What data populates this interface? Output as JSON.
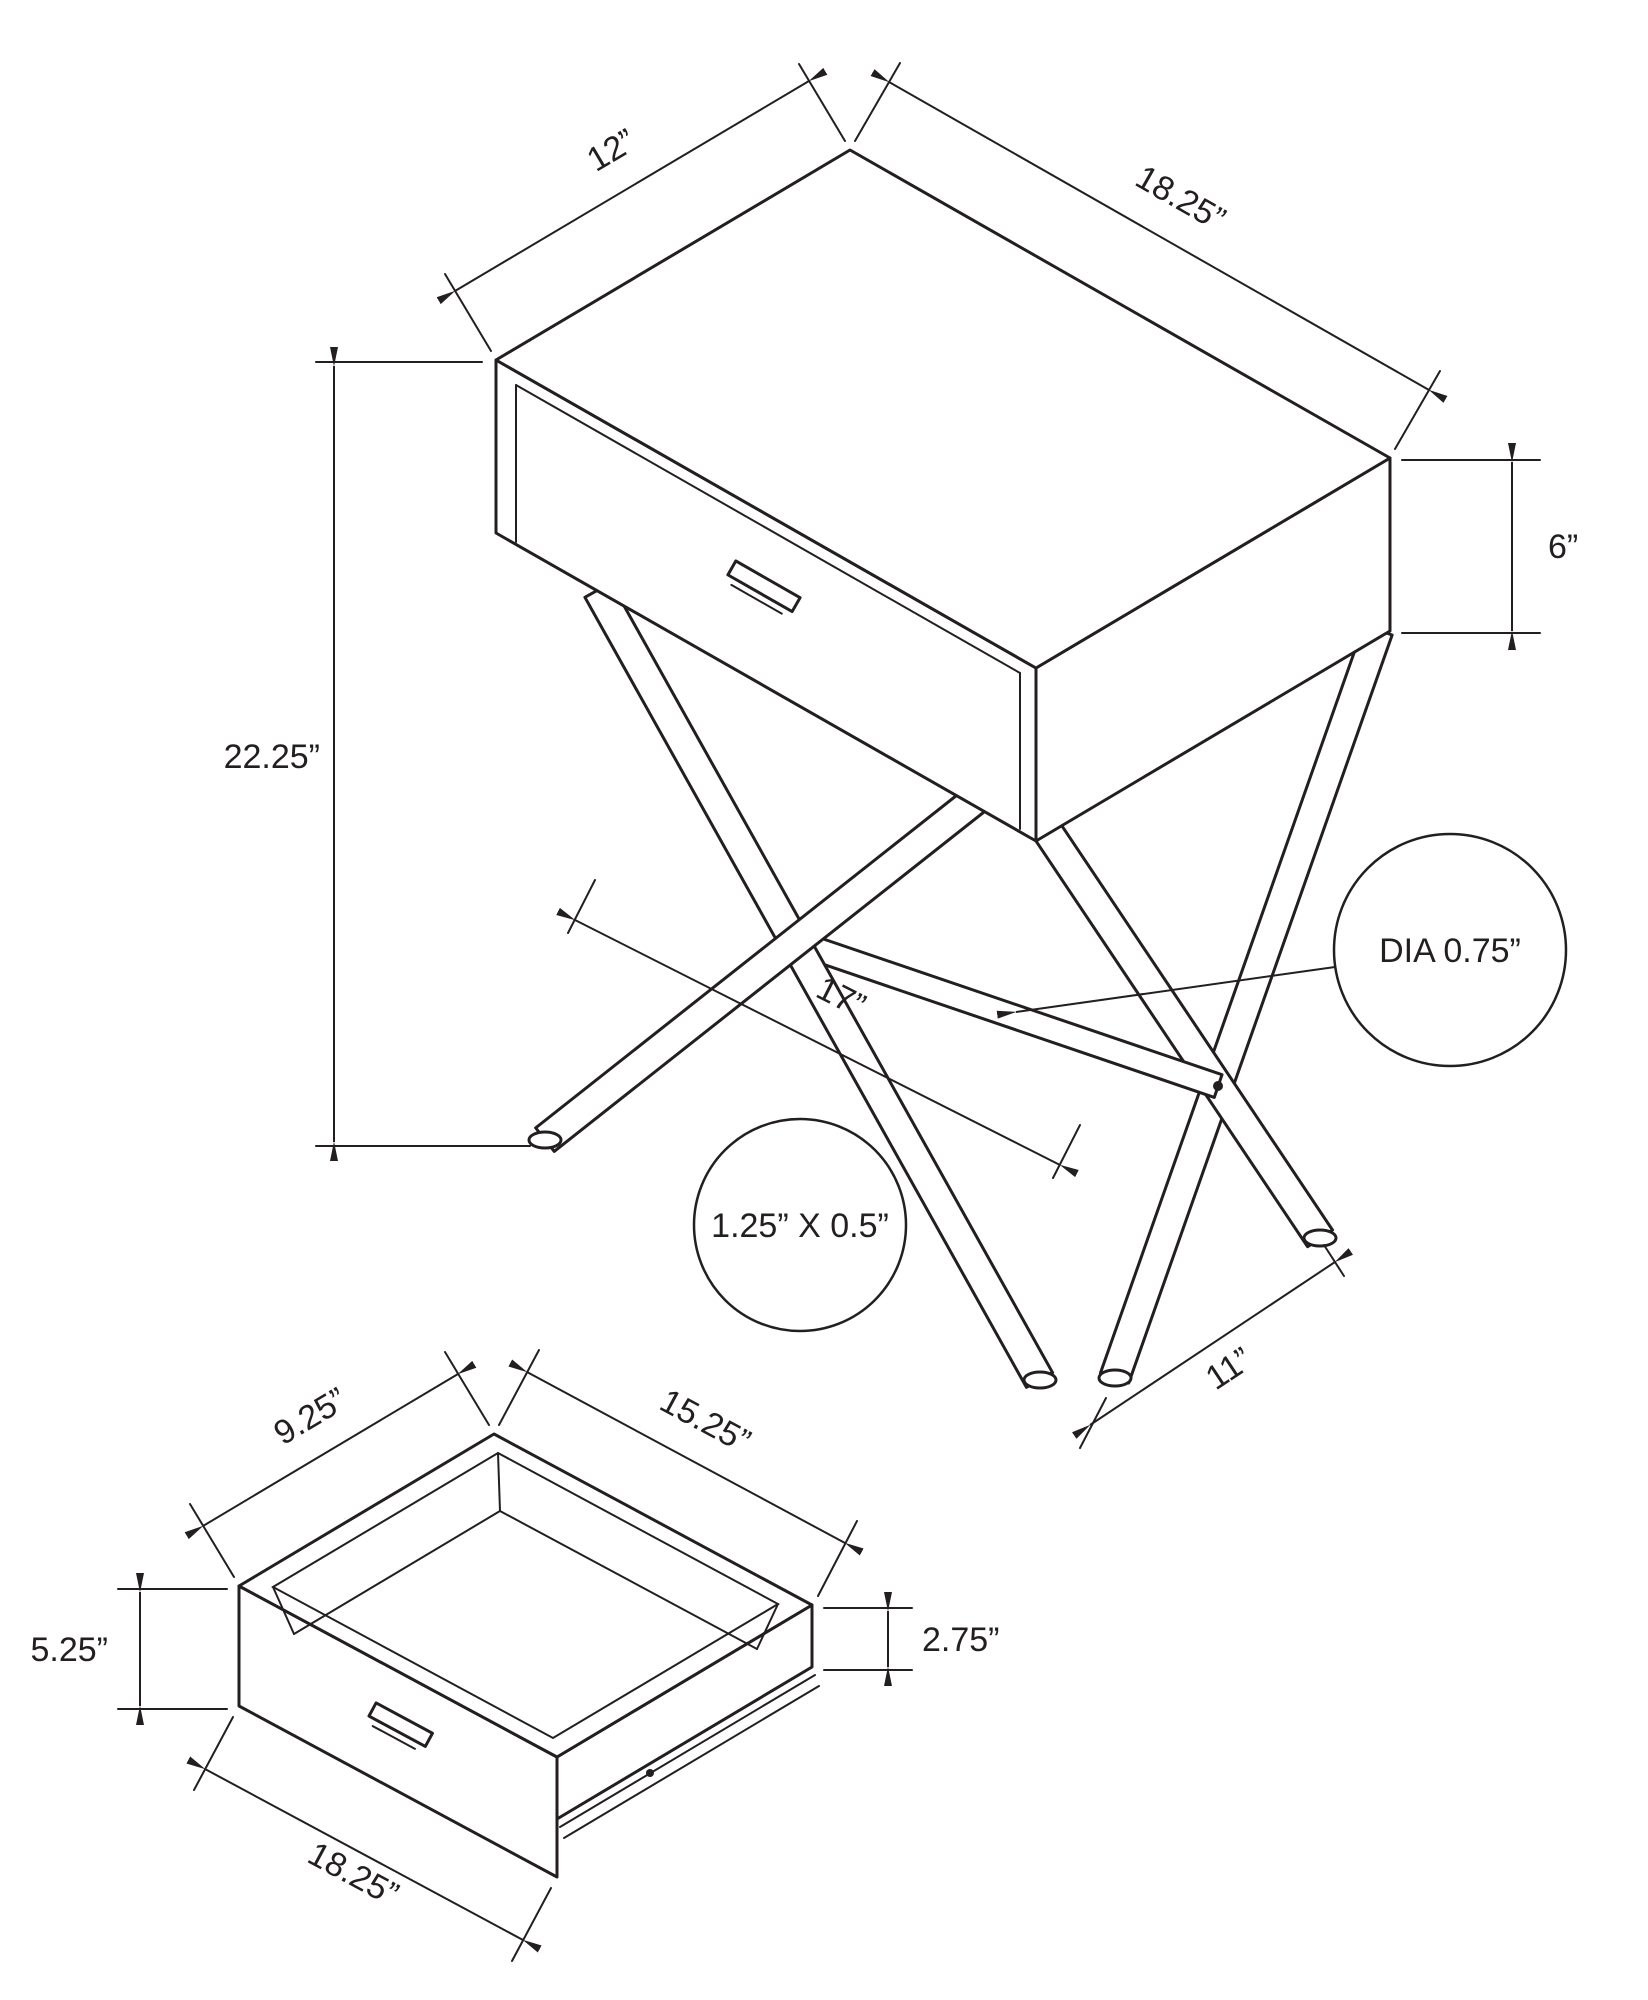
{
  "page": {
    "background": "#ffffff",
    "line_color": "#231f20"
  },
  "main_view": {
    "dimensions": {
      "depth": "12”",
      "width": "18.25”",
      "drawer_height": "6”",
      "height": "22.25”",
      "leg_span": "17”",
      "tube_diameter": "DIA 0.75”",
      "leg_size": "1.25” X 0.5”",
      "foot_span": "11”"
    }
  },
  "drawer_view": {
    "dimensions": {
      "depth": "9.25”",
      "inner_width": "15.25”",
      "front_height": "5.25”",
      "side_height": "2.75”",
      "width": "18.25”"
    }
  }
}
